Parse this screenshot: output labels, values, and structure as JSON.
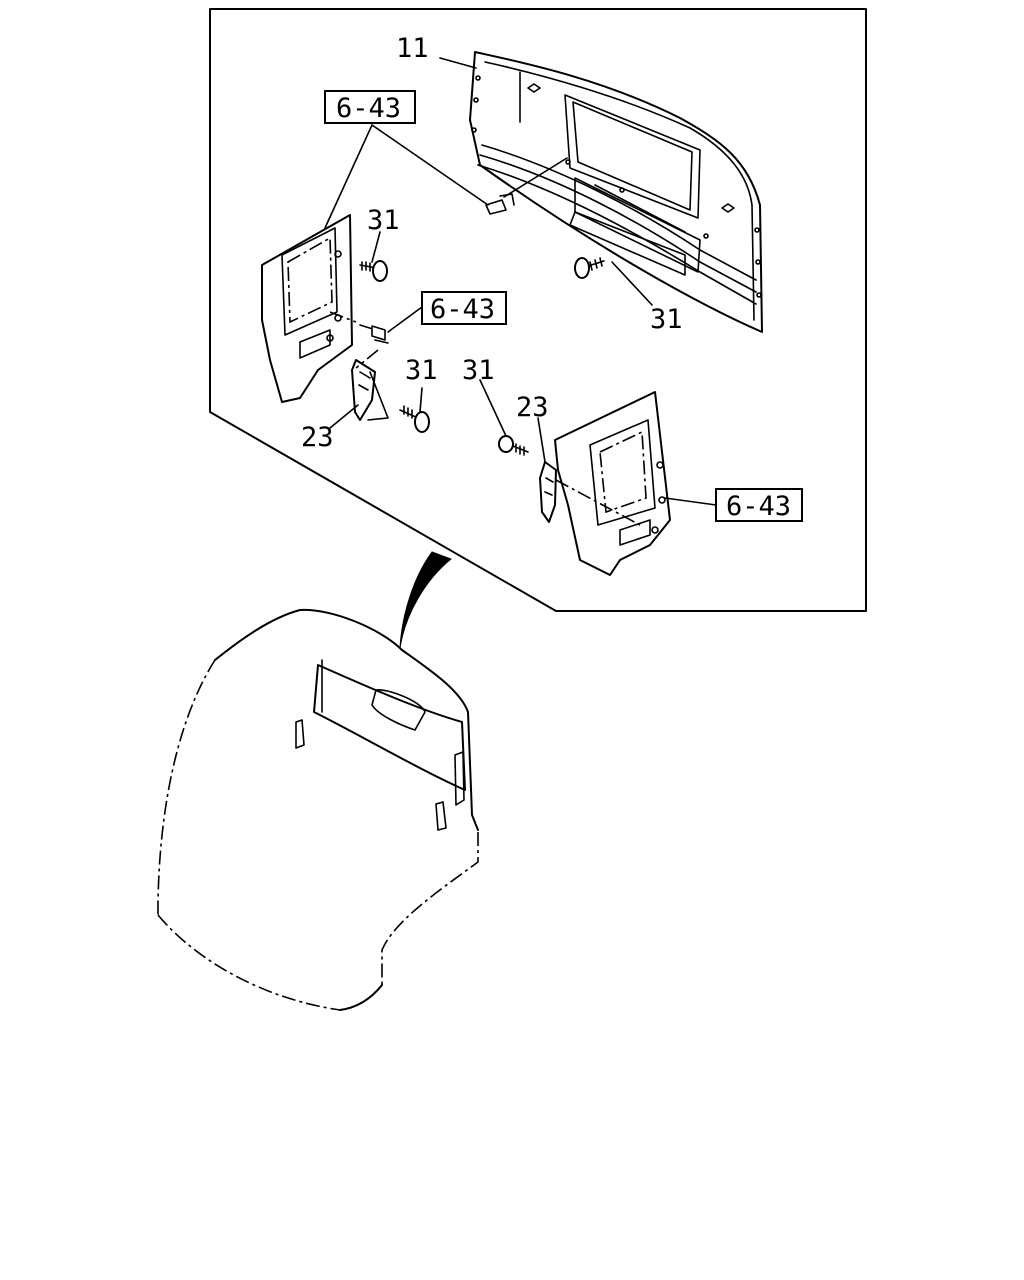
{
  "callouts": {
    "part_11": "11",
    "ref_top": "6-43",
    "ref_mid": "6-43",
    "ref_right": "6-43",
    "part_31_a": "31",
    "part_31_b": "31",
    "part_31_c": "31",
    "part_31_d": "31",
    "part_23_left": "23",
    "part_23_right": "23"
  }
}
